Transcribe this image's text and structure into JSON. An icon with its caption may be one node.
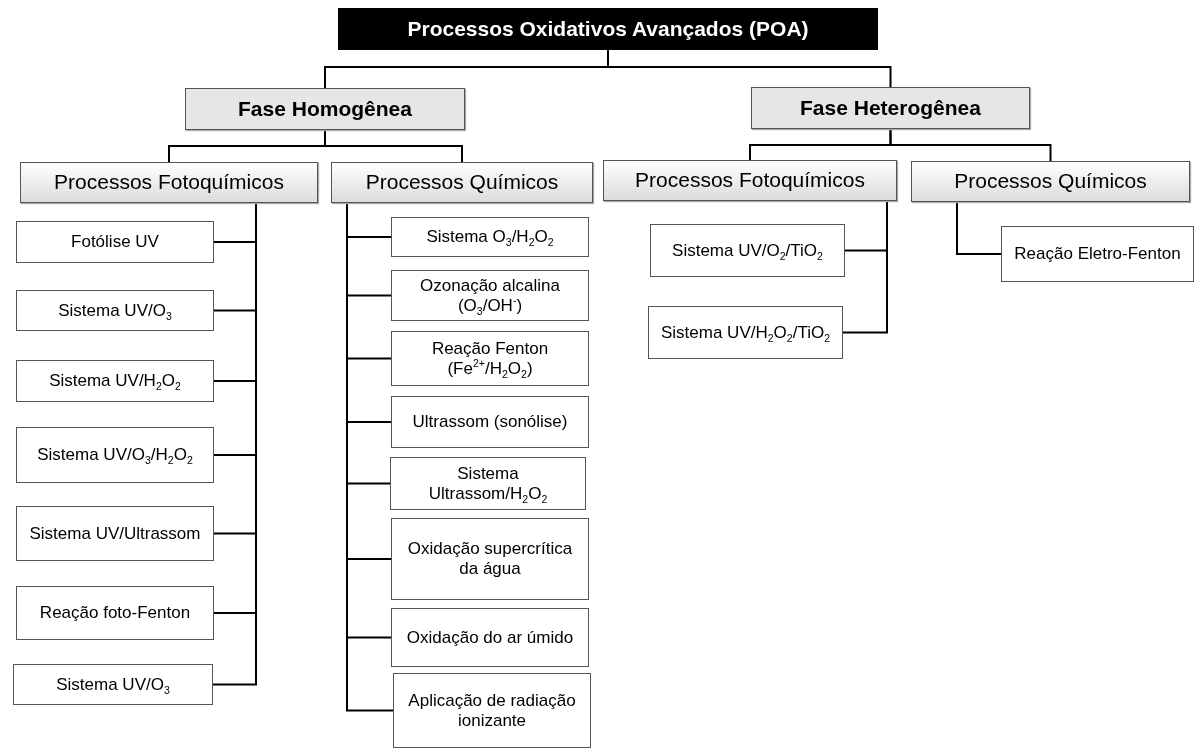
{
  "diagram": {
    "nodes": [
      {
        "text": [
          "Processos Oxidativos Avançados (POA)"
        ]
      },
      {
        "text": [
          "Fase Homogênea"
        ]
      },
      {
        "text": [
          "Fase Heterogênea"
        ]
      },
      {
        "text": [
          "Processos Fotoquímicos"
        ]
      },
      {
        "text": [
          "Processos Químicos"
        ]
      },
      {
        "text": [
          "Processos Fotoquímicos"
        ]
      },
      {
        "text": [
          "Processos Químicos"
        ]
      },
      {
        "text": [
          "Fotólise UV"
        ]
      },
      {
        "text": [
          "Sistema UV/O$_{3}$"
        ]
      },
      {
        "text": [
          "Sistema UV/H$_{2}$O$_{2}$"
        ]
      },
      {
        "text": [
          "Sistema UV/O$_{3}$/H$_{2}$O$_{2}$"
        ]
      },
      {
        "text": [
          "Sistema UV/Ultrassom"
        ]
      },
      {
        "text": [
          "Reação foto-Fenton"
        ]
      },
      {
        "text": [
          "Sistema UV/O$_{3}$"
        ]
      },
      {
        "text": [
          "Sistema O$_{3}$/H$_{2}$O$_{2}$"
        ]
      },
      {
        "text": [
          "Ozonação alcalina (O$_{3}$/OH$^{-}$)"
        ]
      },
      {
        "text": [
          "Reação Fenton (Fe$^{2+}$/H$_{2}$O$_{2}$)"
        ]
      },
      {
        "text": [
          "Ultrassom (sonólise)"
        ]
      },
      {
        "text": [
          "Sistema Ultrassom/H$_{2}$O$_{2}$"
        ]
      },
      {
        "text": [
          "Oxidação supercrítica da água"
        ]
      },
      {
        "text": [
          "Oxidação do ar úmido"
        ]
      },
      {
        "text": [
          "Aplicação de radiação ionizante"
        ]
      },
      {
        "text": [
          "Sistema UV/O$_{2}$/TiO$_{2}$"
        ]
      },
      {
        "text": [
          "Sistema UV/H$_{2}$O$_{2}$/TiO$_{2}$"
        ]
      },
      {
        "text": [
          "Reação Eletro-Fenton"
        ]
      }
    ],
    "edges": [
      {
        "from": 0,
        "to": 1,
        "arrow": "none"
      },
      {
        "from": 0,
        "to": 2,
        "arrow": "none"
      },
      {
        "from": 1,
        "to": 3,
        "arrow": "none"
      },
      {
        "from": 1,
        "to": 4,
        "arrow": "none"
      },
      {
        "from": 2,
        "to": 5,
        "arrow": "none"
      },
      {
        "from": 2,
        "to": 6,
        "arrow": "none"
      },
      {
        "from": 3,
        "to": 7,
        "arrow": "none"
      },
      {
        "from": 3,
        "to": 8,
        "arrow": "none"
      },
      {
        "from": 3,
        "to": 9,
        "arrow": "none"
      },
      {
        "from": 3,
        "to": 10,
        "arrow": "none"
      },
      {
        "from": 3,
        "to": 11,
        "arrow": "none"
      },
      {
        "from": 3,
        "to": 12,
        "arrow": "none"
      },
      {
        "from": 3,
        "to": 13,
        "arrow": "none"
      },
      {
        "from": 4,
        "to": 14,
        "arrow": "none"
      },
      {
        "from": 4,
        "to": 15,
        "arrow": "none"
      },
      {
        "from": 4,
        "to": 16,
        "arrow": "none"
      },
      {
        "from": 4,
        "to": 17,
        "arrow": "none"
      },
      {
        "from": 4,
        "to": 18,
        "arrow": "none"
      },
      {
        "from": 4,
        "to": 19,
        "arrow": "none"
      },
      {
        "from": 4,
        "to": 20,
        "arrow": "none"
      },
      {
        "from": 4,
        "to": 21,
        "arrow": "none"
      },
      {
        "from": 5,
        "to": 22,
        "arrow": "none"
      },
      {
        "from": 5,
        "to": 23,
        "arrow": "none"
      },
      {
        "from": 6,
        "to": 24,
        "arrow": "none"
      }
    ]
  }
}
